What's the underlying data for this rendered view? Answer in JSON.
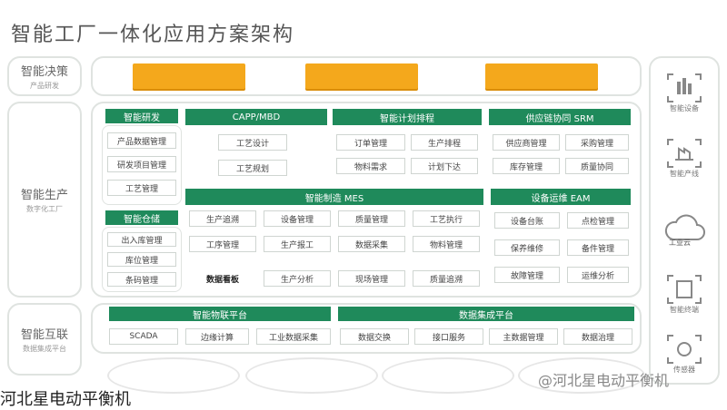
{
  "title": "智能工厂一体化应用方案架构",
  "layers": {
    "top": {
      "main": "智能决策",
      "sub": "产品研发"
    },
    "middle": {
      "main": "智能生产",
      "sub": "数字化工厂"
    },
    "bottom": {
      "main": "智能互联",
      "sub": "数据集成平台"
    }
  },
  "top_bars": [
    "",
    "",
    ""
  ],
  "groups": [
    {
      "header": "智能研发",
      "items": [
        "产品数据管理",
        "研发项目管理",
        "工艺管理"
      ]
    },
    {
      "header": "CAPP/MBD",
      "items": [
        "工艺设计",
        "工艺规划"
      ]
    },
    {
      "header": "智能计划排程",
      "items": [
        "订单管理",
        "生产排程",
        "物料需求",
        "计划下达"
      ]
    },
    {
      "header": "供应链协同 SRM",
      "items": [
        "供应商管理",
        "采购管理",
        "库存管理",
        "质量协同"
      ]
    },
    {
      "header": "智能仓储",
      "items": [
        "出入库管理",
        "库位管理",
        "条码管理"
      ]
    },
    {
      "header": "智能制造 MES",
      "items": [
        "生产追溯",
        "设备管理",
        "质量管理",
        "工艺执行",
        "工序管理",
        "生产报工",
        "数据采集",
        "物料管理",
        "数据看板",
        "生产分析",
        "现场管理",
        "质量追溯"
      ]
    },
    {
      "header": "设备运维 EAM",
      "items": [
        "设备台账",
        "点检管理",
        "保养维修",
        "备件管理",
        "故障管理",
        "运维分析"
      ]
    },
    {
      "header": "智能物联平台",
      "items": [
        "SCADA",
        "边缘计算",
        "工业数据采集"
      ]
    },
    {
      "header": "数据集成平台",
      "items": [
        "数据交换",
        "接口服务",
        "主数据管理",
        "数据治理"
      ]
    }
  ],
  "side": [
    {
      "label": "智能设备"
    },
    {
      "label": "智能产线"
    },
    {
      "label": "工业云"
    },
    {
      "label": "智能终端"
    },
    {
      "label": "传感器"
    }
  ],
  "footer": "河北星电动平衡机",
  "watermark": "@河北星电动平衡机"
}
